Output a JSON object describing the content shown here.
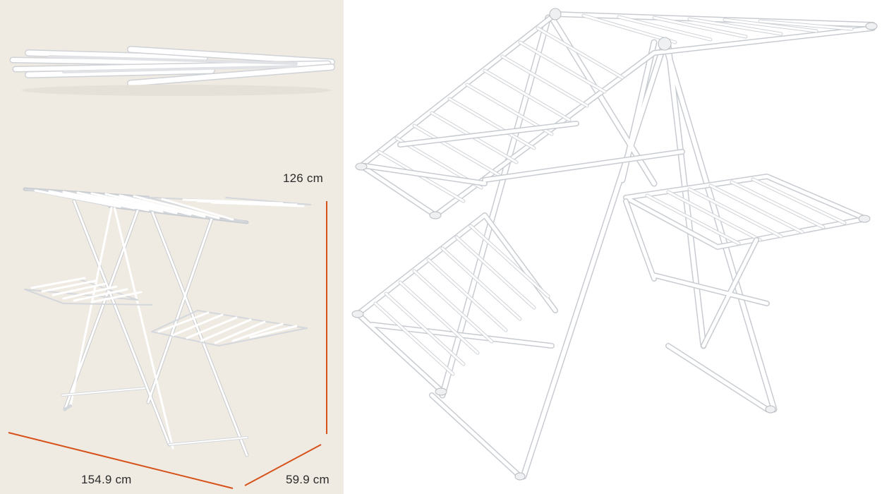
{
  "dimensions": {
    "height": "126 cm",
    "width": "154.9 cm",
    "depth": "59.9 cm"
  },
  "colors": {
    "left_background": "#efebe3",
    "right_background": "#ffffff",
    "dimension_line": "#d6521a",
    "rack_white": "#ffffff",
    "rack_shade": "#c9ccd0"
  }
}
